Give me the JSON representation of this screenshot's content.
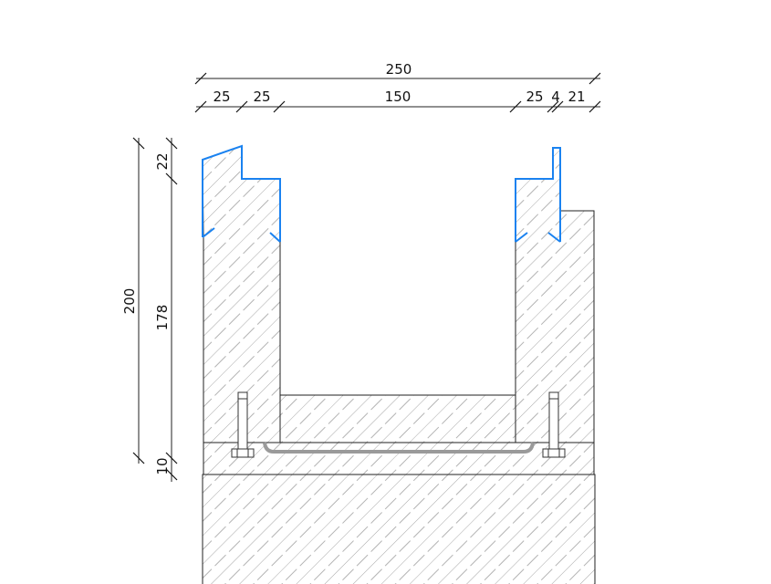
{
  "drawing": {
    "dimensions_horizontal": {
      "overall": "250",
      "segments": [
        "25",
        "25",
        "150",
        "25",
        "4",
        "21"
      ]
    },
    "dimensions_vertical": {
      "overall": "200",
      "segments": [
        "22",
        "178",
        "10"
      ]
    },
    "colors": {
      "frame": "#1a82f0",
      "lines": "#222222",
      "hatch": "#8a8a8a",
      "rebar": "#9a9a9a"
    }
  }
}
